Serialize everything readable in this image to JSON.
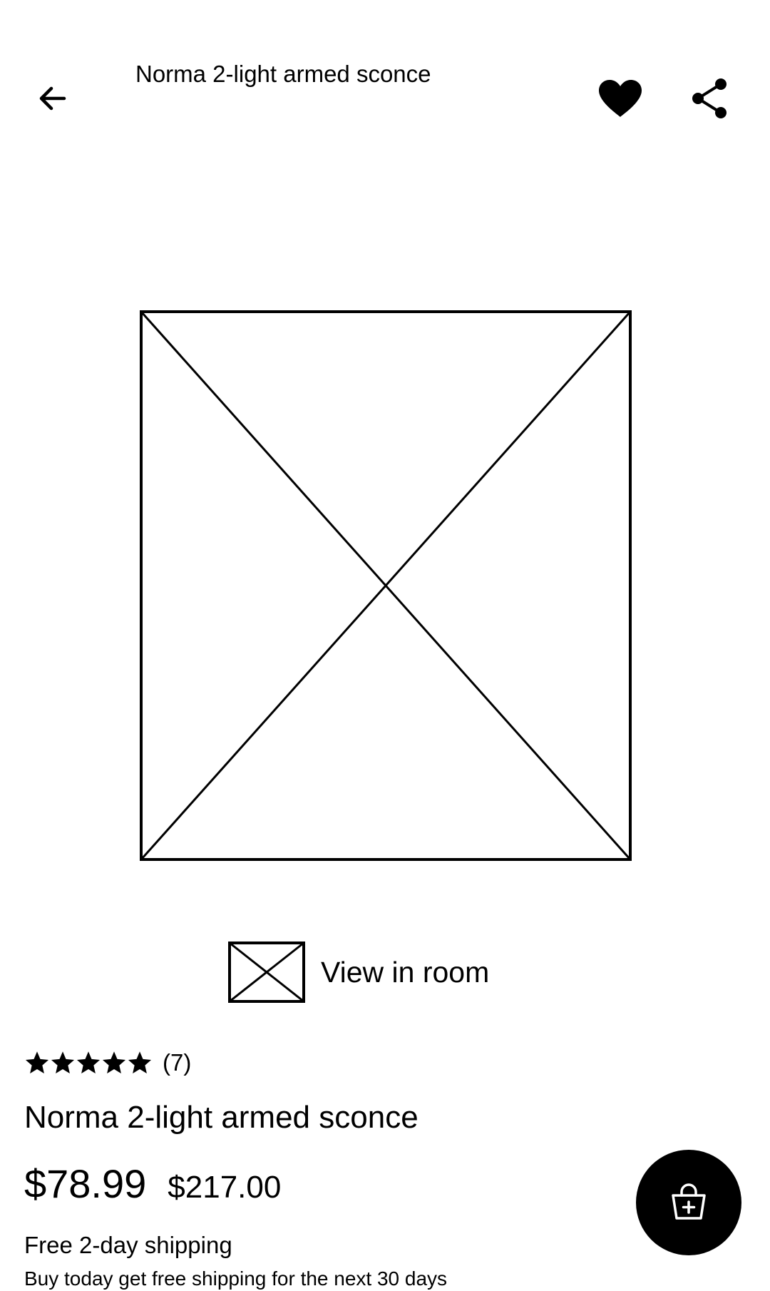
{
  "header": {
    "title": "Norma 2-light armed sconce",
    "back_icon": "arrow-left-icon",
    "favorite_icon": "heart-icon",
    "share_icon": "share-icon"
  },
  "product": {
    "image_icon": "image-placeholder-icon",
    "view_in_room_label": "View in room",
    "rating": {
      "stars": 5,
      "review_count": "(7)"
    },
    "name": "Norma 2-light armed sconce",
    "sale_price": "$78.99",
    "original_price": "$217.00"
  },
  "shipping": {
    "title": "Free 2-day shipping",
    "note": "Buy today get free shipping for the next 30 days"
  },
  "cart_fab": {
    "icon": "shopping-bag-add-icon"
  },
  "colors": {
    "background": "#ffffff",
    "foreground": "#000000"
  }
}
